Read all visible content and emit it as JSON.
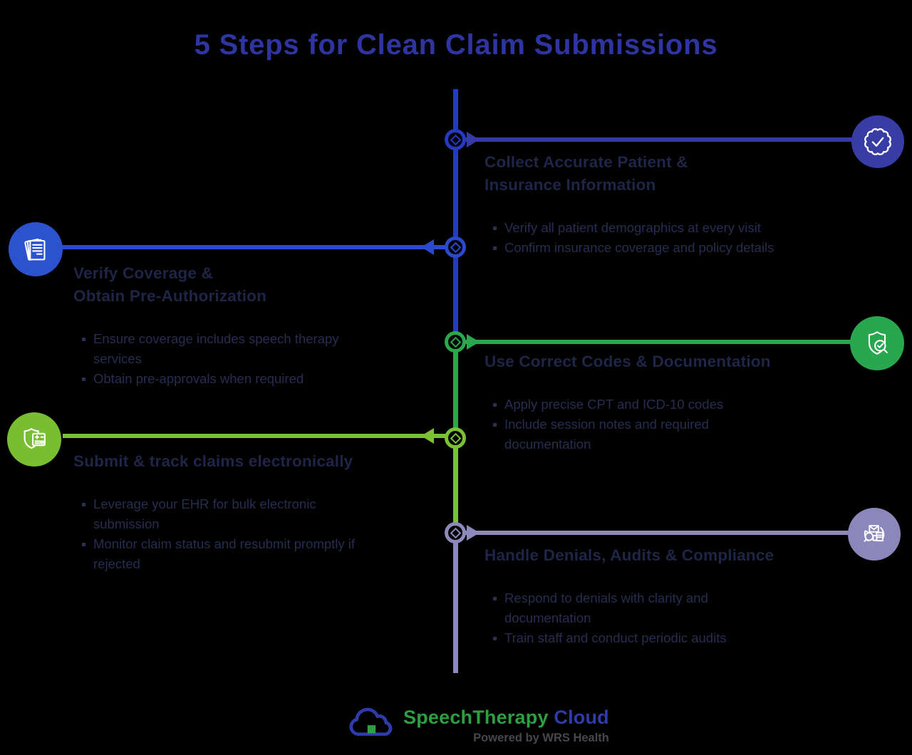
{
  "title": "5 Steps for Clean Claim Submissions",
  "colors": {
    "background": "#000000",
    "title_blue": "#2f35a0",
    "spine_blue": "#2539c2",
    "branch_indigo": "#353aa6",
    "branch_blue": "#2a49cc",
    "green": "#28a74e",
    "lime": "#7cc133",
    "lavender": "#8d89bb",
    "heading_text": "#1f2546",
    "body_text": "#272d4f",
    "brand_green": "#2e9e41",
    "brand_blue": "#2e3ba8"
  },
  "steps": [
    {
      "side": "right",
      "accent": "#383da6",
      "icon": "verified-badge-icon",
      "heading": "Collect Accurate Patient &\nInsurance Information",
      "bullets": [
        "Verify all patient demographics at every visit",
        "Confirm insurance coverage and policy details"
      ]
    },
    {
      "side": "left",
      "accent": "#2c52cf",
      "icon": "documents-icon",
      "heading": "Verify Coverage &\nObtain Pre-Authorization",
      "bullets": [
        "Ensure coverage includes speech therapy services",
        "Obtain pre-approvals when required"
      ]
    },
    {
      "side": "right",
      "accent": "#28a74e",
      "icon": "shield-magnifier-icon",
      "heading": "Use Correct Codes & Documentation",
      "bullets": [
        "Apply precise CPT and ICD-10 codes",
        "Include session notes and required documentation"
      ]
    },
    {
      "side": "left",
      "accent": "#79bd31",
      "icon": "shield-claim-form-icon",
      "heading": "Submit & track claims electronically",
      "bullets": [
        "Leverage your EHR for bulk electronic submission",
        "Monitor claim status and resubmit promptly if rejected"
      ]
    },
    {
      "side": "right",
      "accent": "#8b87ba",
      "icon": "audit-review-icon",
      "heading": "Handle Denials, Audits & Compliance",
      "bullets": [
        "Respond to denials with clarity and documentation",
        "Train staff and conduct periodic audits"
      ]
    }
  ],
  "footer": {
    "brand_primary": "SpeechTherapy",
    "brand_secondary": " Cloud",
    "tagline": "Powered by WRS Health",
    "logo_icon": "cloud-logo-icon"
  }
}
